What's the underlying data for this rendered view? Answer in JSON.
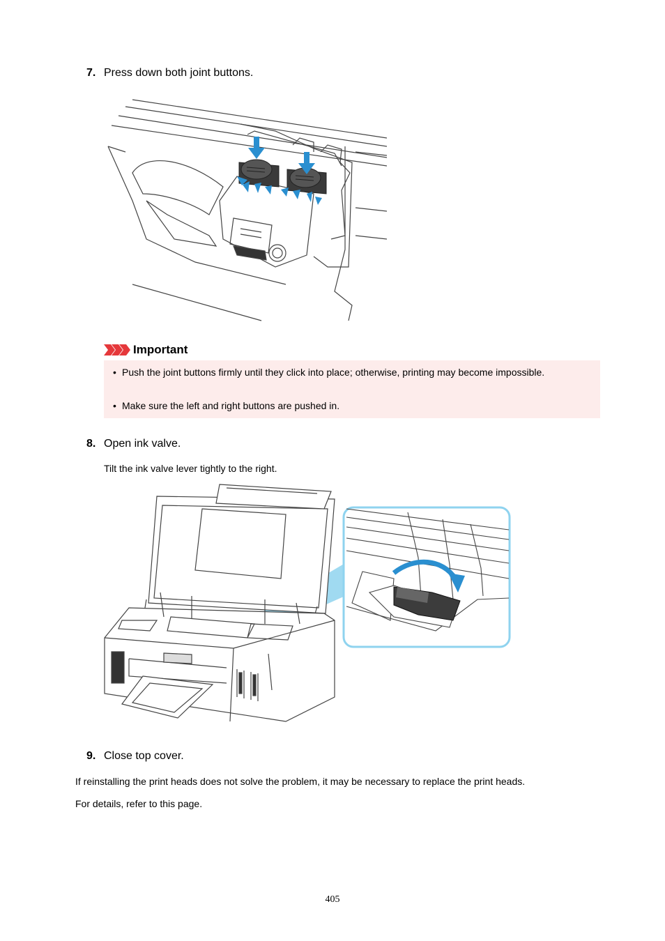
{
  "steps": {
    "s7": {
      "num": "7.",
      "text": "Press down both joint buttons."
    },
    "s8": {
      "num": "8.",
      "text": "Open ink valve.",
      "sub": "Tilt the ink valve lever tightly to the right."
    },
    "s9": {
      "num": "9.",
      "text": "Close top cover."
    }
  },
  "important": {
    "title": "Important",
    "items": [
      "Push the joint buttons firmly until they click into place; otherwise, printing may become impossible.",
      "Make sure the left and right buttons are pushed in."
    ]
  },
  "body": {
    "p1": "If reinstalling the print heads does not solve the problem, it may be necessary to replace the print heads.",
    "p2": "For details, refer to this page."
  },
  "page_number": "405",
  "colors": {
    "accent_blue": "#2a8fd0",
    "important_red": "#e5383b",
    "important_bg": "#fdeceb",
    "callout_border": "#8fd3ef"
  }
}
